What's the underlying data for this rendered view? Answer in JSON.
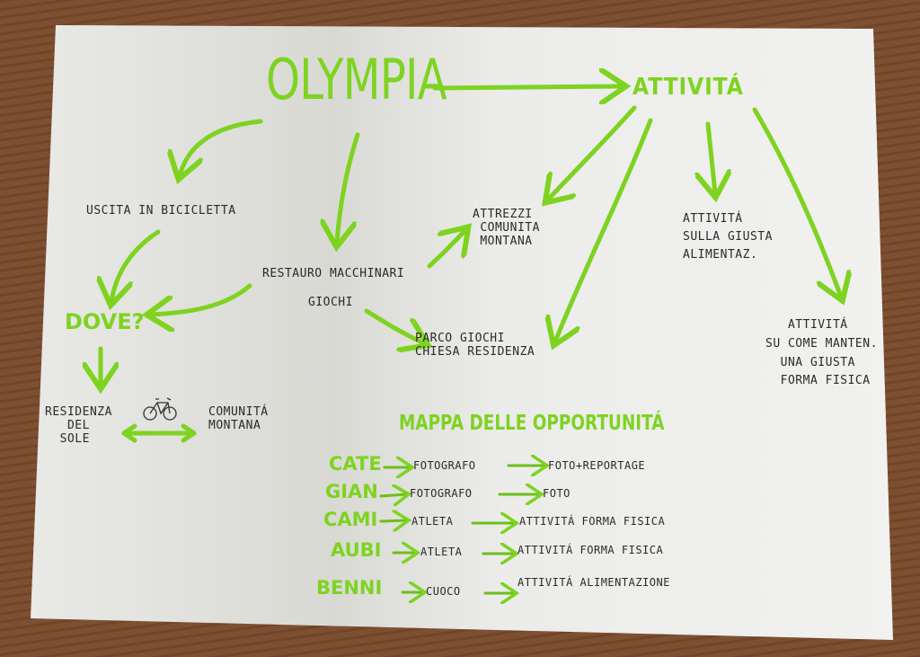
{
  "title": "OLYMPIA",
  "attivita": "ATTIVITÁ",
  "uscita": "USCITA IN BICICLETTA",
  "restauro": "RESTAURO MACCHINARI",
  "giochi": "GIOCHI",
  "dove": "DOVE?",
  "residenza": "RESIDENZA\n   DEL\n  SOLE",
  "comunita": "COMUNITÁ\nMONTANA",
  "attrezzi": "ATTREZZI\n COMUNITA\n MONTANA",
  "parco": "PARCO GIOCHI\nCHIESA RESIDENZA",
  "att_alim": "ATTIVITÁ\nSULLA GIUSTA\nALIMENTAZ.",
  "att_forma": "   ATTIVITÁ\nSU COME MANTEN.\n  UNA GIUSTA\n  FORMA FISICA",
  "legend_title": "MAPPA DELLE OPPORTUNITÁ",
  "rows": [
    {
      "name": "CATE",
      "role": "FOTOGRAFO",
      "activity": "FOTO+REPORTAGE"
    },
    {
      "name": "GIAN",
      "role": "FOTOGRAFO",
      "activity": "FOTO"
    },
    {
      "name": "CAMI",
      "role": "ATLETA",
      "activity": "ATTIVITÁ FORMA FISICA"
    },
    {
      "name": "AUBI",
      "role": "ATLETA",
      "activity": "ATTIVITÁ FORMA FISICA"
    },
    {
      "name": "BENNI",
      "role": "CUOCO",
      "activity": "ATTIVITÁ ALIMENTAZIONE"
    }
  ],
  "colors": {
    "accent": "#7ed321",
    "ink": "#2a2a2a",
    "paper": "#efefed"
  }
}
